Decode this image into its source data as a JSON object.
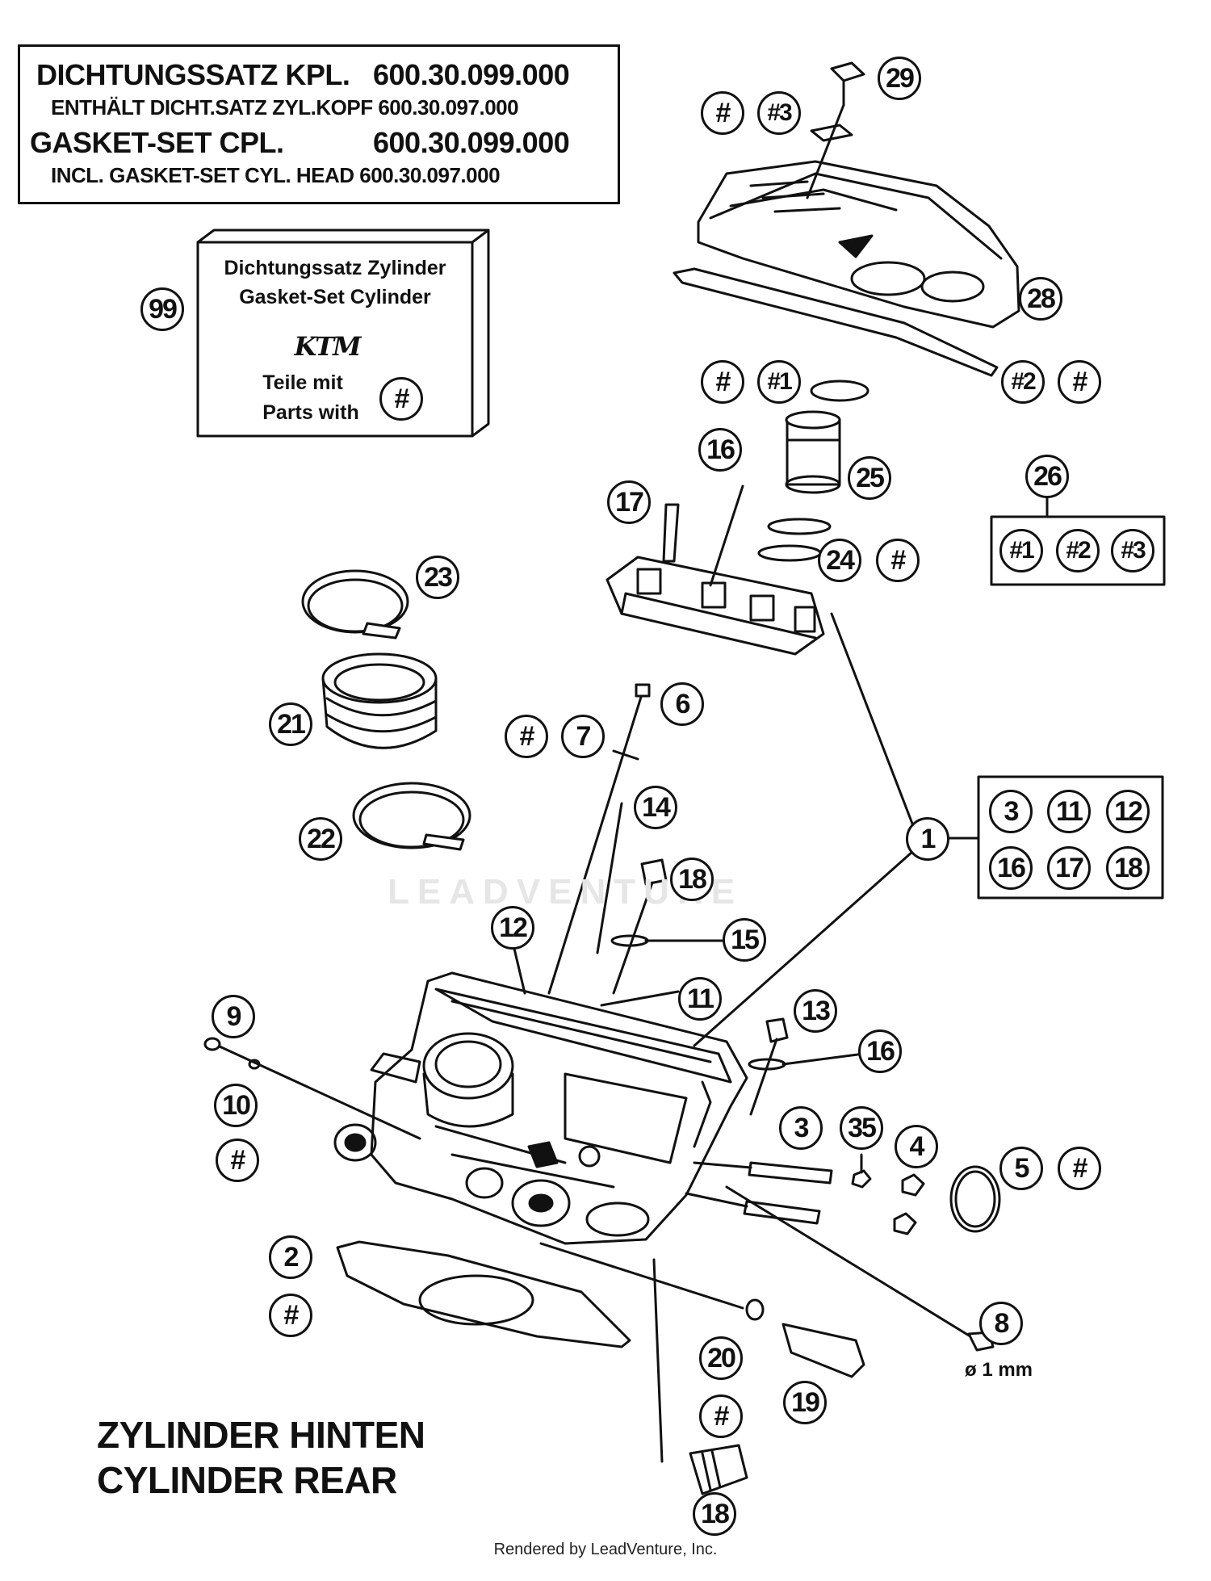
{
  "header": {
    "line1_label": "DICHTUNGSSATZ KPL.",
    "line1_number": "600.30.099.000",
    "line2": "ENTHÄLT DICHT.SATZ ZYL.KOPF 600.30.097.000",
    "line3_label": "GASKET-SET CPL.",
    "line3_number": "600.30.099.000",
    "line4": "INCL. GASKET-SET CYL. HEAD 600.30.097.000"
  },
  "kit_box": {
    "line1": "Dichtungssatz Zylinder",
    "line2": "Gasket-Set Cylinder",
    "logo": "KTM",
    "line3": "Teile mit",
    "line4": "Parts with",
    "symbol": "#",
    "ref": "99"
  },
  "group_box_top": {
    "ref": "26",
    "items": [
      "#1",
      "#2",
      "#3"
    ]
  },
  "group_box_mid": {
    "ref": "1",
    "items": [
      "3",
      "11",
      "12",
      "16",
      "17",
      "18"
    ]
  },
  "callouts": [
    {
      "label": "29"
    },
    {
      "label": "#"
    },
    {
      "label": "#3"
    },
    {
      "label": "28"
    },
    {
      "label": "#"
    },
    {
      "label": "#1"
    },
    {
      "label": "#2"
    },
    {
      "label": "#"
    },
    {
      "label": "16"
    },
    {
      "label": "17"
    },
    {
      "label": "25"
    },
    {
      "label": "24"
    },
    {
      "label": "#"
    },
    {
      "label": "23"
    },
    {
      "label": "21"
    },
    {
      "label": "6"
    },
    {
      "label": "#"
    },
    {
      "label": "7"
    },
    {
      "label": "22"
    },
    {
      "label": "14"
    },
    {
      "label": "18"
    },
    {
      "label": "12"
    },
    {
      "label": "15"
    },
    {
      "label": "11"
    },
    {
      "label": "13"
    },
    {
      "label": "9"
    },
    {
      "label": "16"
    },
    {
      "label": "10"
    },
    {
      "label": "#"
    },
    {
      "label": "3"
    },
    {
      "label": "35"
    },
    {
      "label": "4"
    },
    {
      "label": "5"
    },
    {
      "label": "#"
    },
    {
      "label": "2"
    },
    {
      "label": "#"
    },
    {
      "label": "8"
    },
    {
      "label": "20"
    },
    {
      "label": "#"
    },
    {
      "label": "19"
    },
    {
      "label": "18"
    }
  ],
  "dimension_note": "ø 1 mm",
  "caption": {
    "line1": "ZYLINDER HINTEN",
    "line2": "CYLINDER REAR"
  },
  "watermark": "LEADVENTURE",
  "footer": "Rendered by LeadVenture, Inc."
}
